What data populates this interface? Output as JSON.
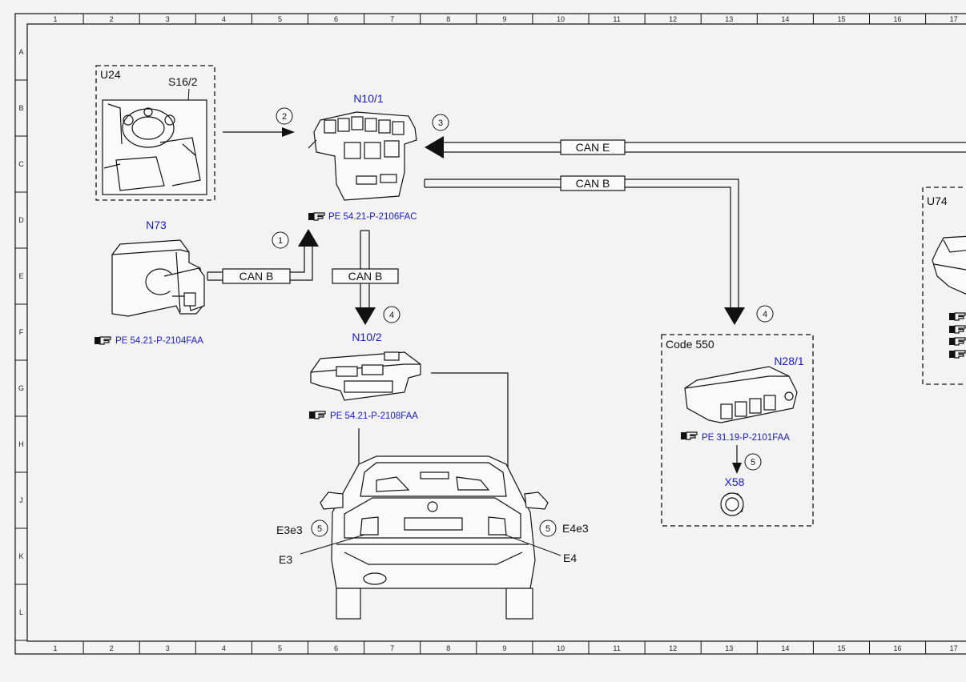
{
  "frame": {
    "columns": [
      "1",
      "2",
      "3",
      "4",
      "5",
      "6",
      "7",
      "8",
      "9",
      "10",
      "11",
      "12",
      "13",
      "14",
      "15",
      "16",
      "17"
    ],
    "rows": [
      "A",
      "B",
      "C",
      "D",
      "E",
      "F",
      "G",
      "H",
      "J",
      "K",
      "L"
    ]
  },
  "groups": {
    "u24": "U24",
    "u74": "U74",
    "code550": "Code 550"
  },
  "components": {
    "s16_2": "S16/2",
    "n10_1": "N10/1",
    "n73": "N73",
    "n10_2": "N10/2",
    "n28_1": "N28/1",
    "x58": "X58",
    "e3e3": "E3e3",
    "e4e3": "E4e3",
    "e3": "E3",
    "e4": "E4"
  },
  "buses": {
    "can_e": "CAN E",
    "can_b_top": "CAN B",
    "can_b_left": "CAN B",
    "can_b_down": "CAN B"
  },
  "refs": {
    "n10_1": "PE 54.21-P-2106FAC",
    "n73": "PE 54.21-P-2104FAA",
    "n10_2": "PE 54.21-P-2108FAA",
    "n28_1": "PE 31.19-P-2101FAA"
  },
  "steps": {
    "s1": "1",
    "s2": "2",
    "s3": "3",
    "s4a": "4",
    "s4b": "4",
    "s5_n28": "5",
    "s5_left": "5",
    "s5_right": "5"
  },
  "icons": {
    "reference": "pointing-hand-icon"
  }
}
